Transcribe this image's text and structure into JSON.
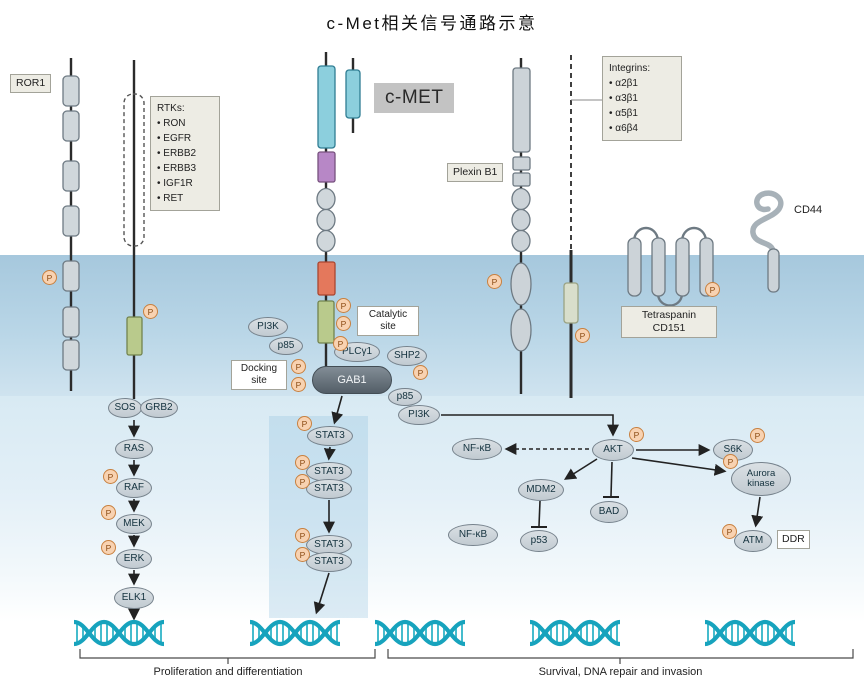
{
  "title": "c-Met相关信号通路示意",
  "labels": {
    "p": "P",
    "ror1": "ROR1",
    "cmet": "c-MET",
    "catalytic_site": "Catalytic site",
    "docking_site": "Docking site",
    "plexin_b1": "Plexin B1",
    "tetraspanin": "Tetraspanin CD151",
    "cd44": "CD44",
    "ddr": "DDR"
  },
  "rtks_box": {
    "title": "RTKs:",
    "items": [
      "RON",
      "EGFR",
      "ERBB2",
      "ERBB3",
      "IGF1R",
      "RET"
    ]
  },
  "integrins_box": {
    "title": "Integrins:",
    "items": [
      "α2β1",
      "α3β1",
      "α5β1",
      "α6β4"
    ]
  },
  "nodes": {
    "sos": "SOS",
    "grb2": "GRB2",
    "ras": "RAS",
    "raf": "RAF",
    "mek": "MEK",
    "erk": "ERK",
    "elk1": "ELK1",
    "pi3k": "PI3K",
    "p85": "p85",
    "plcg1": "PLCγ1",
    "shp2": "SHP2",
    "gab1": "GAB1",
    "stat3": "STAT3",
    "nfkb": "NF-κB",
    "akt": "AKT",
    "mdm2": "MDM2",
    "bad": "BAD",
    "p53": "p53",
    "s6k": "S6K",
    "aurora": "Aurora kinase",
    "atm": "ATM"
  },
  "outcomes": {
    "left": "Proliferation and differentiation",
    "right": "Survival, DNA repair and invasion"
  },
  "colors": {
    "membrane_blue": "#a6c8dd",
    "cytoplasm_blue": "#d8eaf3",
    "dna_teal": "#17a3bd",
    "phospho_orange": "#f8d2b1",
    "receptor_gray": "#ccd3d8",
    "cmet_cyan": "#8ccfdd",
    "kinase_green": "#b9ca8c",
    "transmembrane_orange": "#e4785c",
    "sema_purple": "#b787c6"
  }
}
